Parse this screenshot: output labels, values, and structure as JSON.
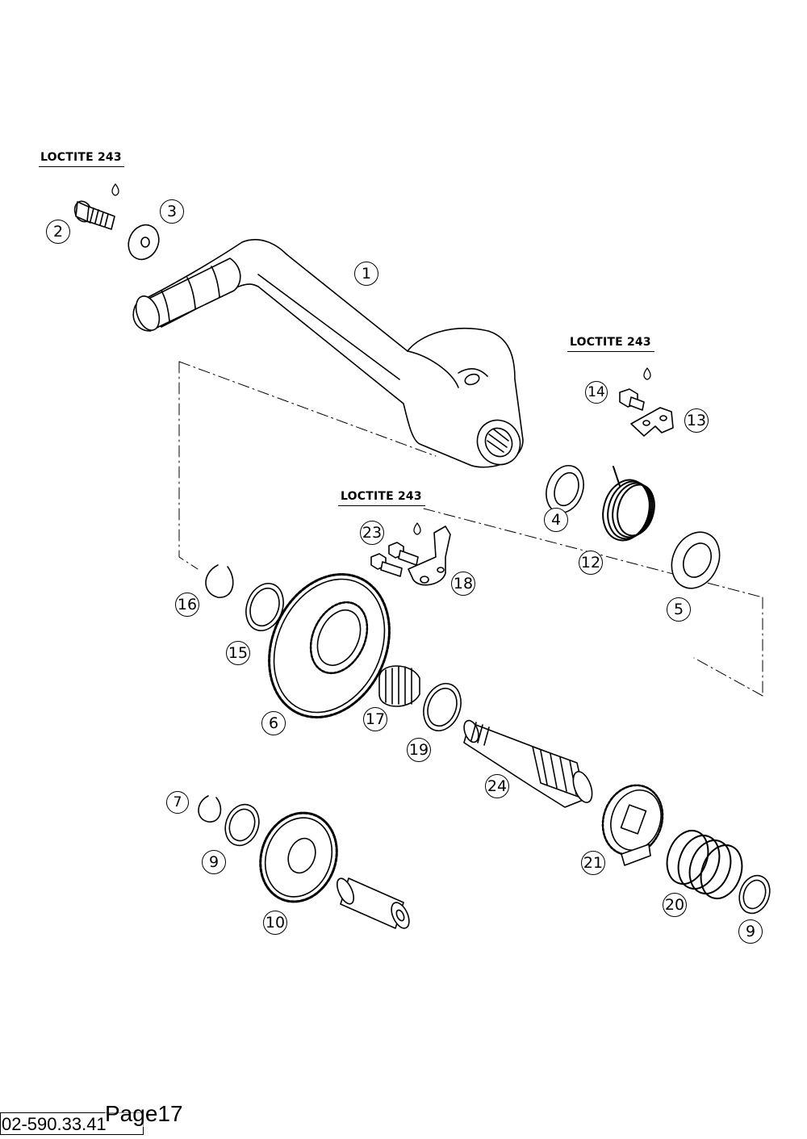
{
  "labels": {
    "loctite_note": "LOCTITE 243",
    "doc_code": "02-590.33.41",
    "page_label": "Page17"
  },
  "callouts": [
    "1",
    "2",
    "3",
    "4",
    "5",
    "6",
    "7",
    "9",
    "9",
    "10",
    "12",
    "13",
    "14",
    "15",
    "16",
    "17",
    "18",
    "19",
    "20",
    "21",
    "23",
    "24"
  ],
  "colors": {
    "line": "#000000",
    "background": "#ffffff"
  }
}
